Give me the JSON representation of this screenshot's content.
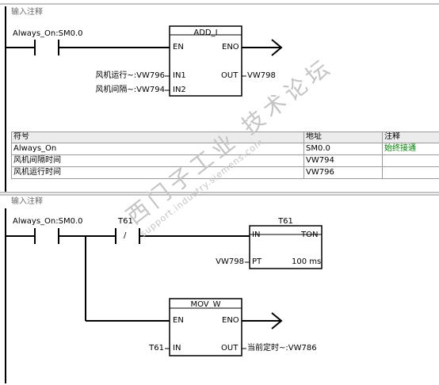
{
  "network1": {
    "comment_label": "输入注释",
    "contact_label": "Always_On:SM0.0",
    "block": {
      "title": "ADD_I",
      "en": "EN",
      "eno": "ENO",
      "in1": "IN1",
      "in2": "IN2",
      "out": "OUT",
      "in1_operand": "风机运行~:VW796",
      "in2_operand": "风机间隔~:VW794",
      "out_operand": "VW798"
    }
  },
  "symbol_table": {
    "headers": [
      "符号",
      "地址",
      "注释"
    ],
    "rows": [
      [
        "Always_On",
        "SM0.0",
        "始终接通"
      ],
      [
        "风机间隔时间",
        "VW794",
        ""
      ],
      [
        "风机运行时间",
        "VW796",
        ""
      ]
    ]
  },
  "network2": {
    "comment_label": "输入注释",
    "contact_label": "Always_On:SM0.0",
    "nc_contact_label": "T61",
    "nc_contact_symbol": "/",
    "timer": {
      "title": "T61",
      "in": "IN",
      "type": "TON",
      "pt": "PT",
      "resolution": "100 ms",
      "pt_operand": "VW798"
    },
    "move": {
      "title": "MOV_W",
      "en": "EN",
      "eno": "ENO",
      "in": "IN",
      "out": "OUT",
      "in_operand": "T61",
      "out_operand": "当前定时~:VW786"
    }
  },
  "watermark": {
    "line1": "西门子工业 技术论坛",
    "line2": "support.industry.siemens.com"
  }
}
